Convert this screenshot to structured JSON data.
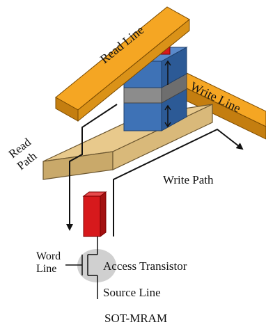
{
  "labels": {
    "read_line": "Read Line",
    "write_line": "Write Line",
    "read_path_1": "Read",
    "read_path_2": "Path",
    "write_path": "Write Path",
    "word_line_1": "Word",
    "word_line_2": "Line",
    "access_transistor": "Access Transistor",
    "source_line": "Source Line",
    "caption": "SOT-MRAM"
  },
  "colors": {
    "line_orange": "#F5A623",
    "line_orange_side": "#C47E10",
    "base_tan": "#E8C98C",
    "base_tan_side": "#C9A96A",
    "mtj_blue": "#3E72B6",
    "mtj_blue_side": "#2C5A96",
    "barrier_gray": "#8C8C8C",
    "via_red": "#D7191C",
    "transistor_halo": "#D0D0D0"
  }
}
